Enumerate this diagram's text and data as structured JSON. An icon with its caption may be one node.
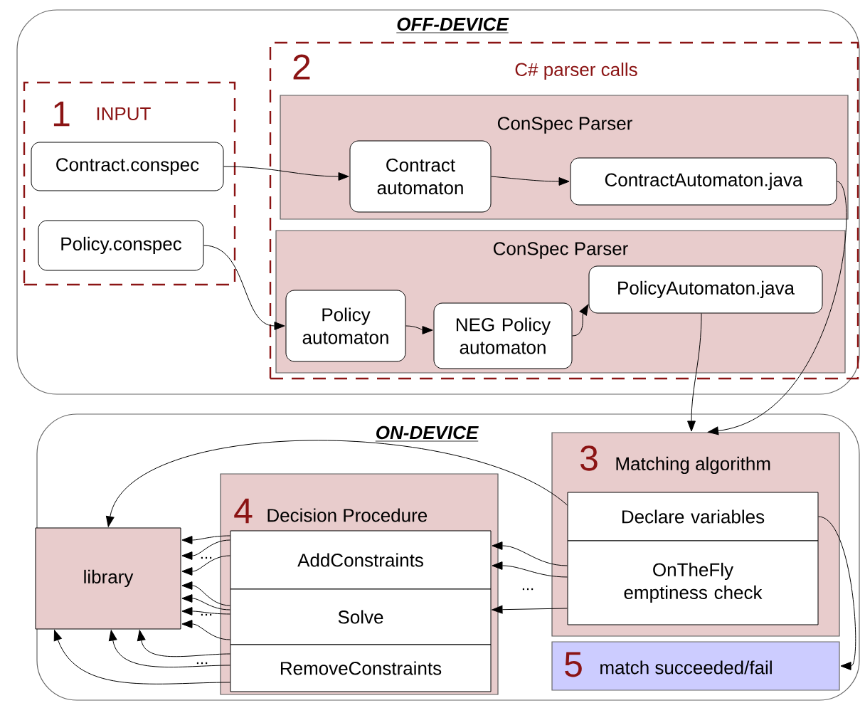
{
  "diagram": {
    "nodes": [
      {
        "text": [
          "OFF-DEVICE"
        ]
      },
      {
        "text": [
          "1",
          "INPUT"
        ],
        "in": 0
      },
      {
        "text": [
          "Contract.conspec"
        ],
        "in": 1
      },
      {
        "text": [
          "Policy.conspec"
        ],
        "in": 1
      },
      {
        "text": [
          "2",
          "C# parser calls"
        ],
        "in": 0
      },
      {
        "text": [
          "ConSpec Parser"
        ],
        "in": 4
      },
      {
        "text": [
          "Contract automaton"
        ],
        "in": 5
      },
      {
        "text": [
          "ContractAutomaton.java"
        ],
        "in": 5
      },
      {
        "text": [
          "ConSpec Parser"
        ],
        "in": 4
      },
      {
        "text": [
          "Policy automaton"
        ],
        "in": 8
      },
      {
        "text": [
          "NEG Policy automaton"
        ],
        "in": 8
      },
      {
        "text": [
          "PolicyAutomaton.java"
        ],
        "in": 8
      },
      {
        "text": [
          "ON-DEVICE"
        ]
      },
      {
        "text": [
          "library"
        ],
        "in": 12
      },
      {
        "text": [
          "4",
          "Decision Procedure"
        ],
        "in": 12
      },
      {
        "text": [
          "AddConstraints"
        ],
        "in": 14
      },
      {
        "text": [
          "Solve"
        ],
        "in": 14
      },
      {
        "text": [
          "RemoveConstraints"
        ],
        "in": 14
      },
      {
        "text": [
          "3",
          "Matching algorithm"
        ],
        "in": 12
      },
      {
        "text": [
          "Declare variables"
        ],
        "in": 18
      },
      {
        "text": [
          "OnTheFly emptiness check"
        ],
        "in": 18
      },
      {
        "text": [
          "5",
          "match succeeded/fail"
        ],
        "in": 12
      }
    ],
    "edges": [
      {
        "from": 2,
        "to": 6,
        "arrow": "to"
      },
      {
        "from": 6,
        "to": 7,
        "arrow": "to"
      },
      {
        "from": 3,
        "to": 9,
        "arrow": "to"
      },
      {
        "from": 9,
        "to": 10,
        "arrow": "to"
      },
      {
        "from": 10,
        "to": 11,
        "arrow": "to"
      },
      {
        "from": 7,
        "to": 18,
        "arrow": "to"
      },
      {
        "from": 11,
        "to": 18,
        "arrow": "to"
      },
      {
        "from": 19,
        "to": 13,
        "arrow": "to"
      },
      {
        "from": 19,
        "to": 21,
        "arrow": "to"
      },
      {
        "from": 20,
        "to": 15,
        "arrow": "to"
      },
      {
        "from": 20,
        "to": 15,
        "arrow": "to"
      },
      {
        "from": 20,
        "to": 16,
        "arrow": "to"
      },
      {
        "from": 15,
        "to": 13,
        "arrow": "to"
      },
      {
        "from": 15,
        "to": 13,
        "arrow": "to"
      },
      {
        "from": 15,
        "to": 13,
        "arrow": "to"
      },
      {
        "from": 16,
        "to": 13,
        "arrow": "to"
      },
      {
        "from": 16,
        "to": 13,
        "arrow": "to"
      },
      {
        "from": 16,
        "to": 13,
        "arrow": "to"
      },
      {
        "from": 16,
        "to": 13,
        "arrow": "to"
      },
      {
        "from": 17,
        "to": 13,
        "arrow": "to"
      },
      {
        "from": 17,
        "to": 13,
        "arrow": "to"
      },
      {
        "from": 17,
        "to": 13,
        "arrow": "to"
      }
    ],
    "labels": [
      "...",
      "...",
      "...",
      "..."
    ]
  }
}
